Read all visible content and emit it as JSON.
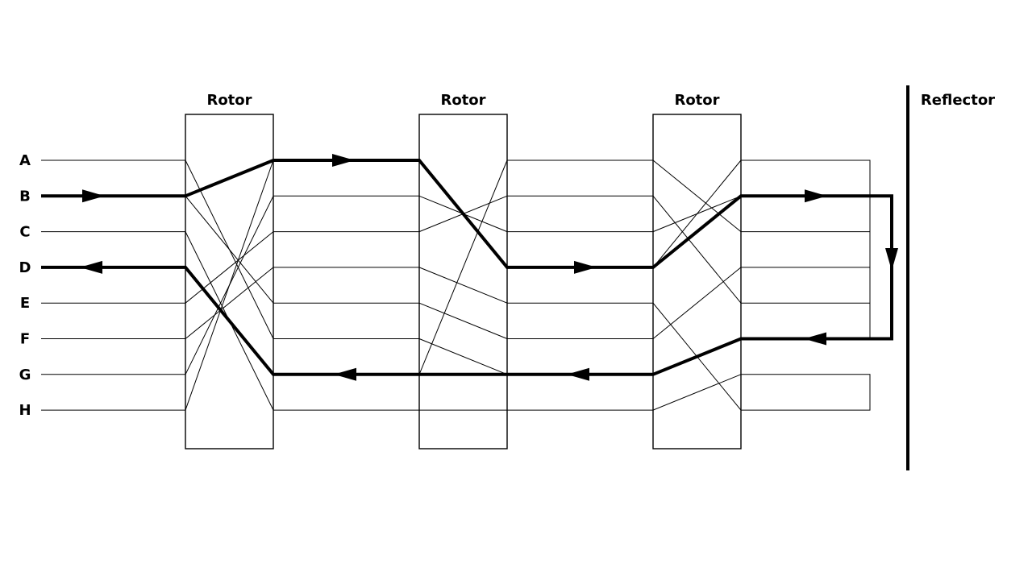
{
  "letters": [
    "A",
    "B",
    "C",
    "D",
    "E",
    "F",
    "G",
    "H"
  ],
  "rotors": [
    {
      "label": "Rotor",
      "wiring": [
        [
          "A",
          "F"
        ],
        [
          "B",
          "E"
        ],
        [
          "C",
          "H"
        ],
        [
          "D",
          "G"
        ],
        [
          "E",
          "C"
        ],
        [
          "F",
          "D"
        ],
        [
          "G",
          "B"
        ],
        [
          "H",
          "A"
        ]
      ]
    },
    {
      "label": "Rotor",
      "wiring": [
        [
          "A",
          "D"
        ],
        [
          "B",
          "C"
        ],
        [
          "C",
          "B"
        ],
        [
          "D",
          "E"
        ],
        [
          "E",
          "F"
        ],
        [
          "F",
          "G"
        ],
        [
          "G",
          "A"
        ],
        [
          "H",
          "H"
        ]
      ]
    },
    {
      "label": "Rotor",
      "wiring": [
        [
          "A",
          "C"
        ],
        [
          "B",
          "E"
        ],
        [
          "C",
          "B"
        ],
        [
          "D",
          "A"
        ],
        [
          "E",
          "H"
        ],
        [
          "F",
          "D"
        ],
        [
          "G",
          "F"
        ],
        [
          "H",
          "G"
        ]
      ]
    }
  ],
  "reflector": {
    "label": "Reflector",
    "pairs": [
      [
        "A",
        "C"
      ],
      [
        "B",
        "F"
      ],
      [
        "D",
        "E"
      ],
      [
        "G",
        "H"
      ]
    ]
  },
  "signal_path": {
    "forward": [
      "B",
      "A",
      "D",
      "B"
    ],
    "reflected_to": "F",
    "return": [
      "F",
      "G",
      "G",
      "D"
    ],
    "input": "B",
    "output": "D"
  },
  "colors": {
    "ink": "#000000",
    "background": "#ffffff"
  }
}
